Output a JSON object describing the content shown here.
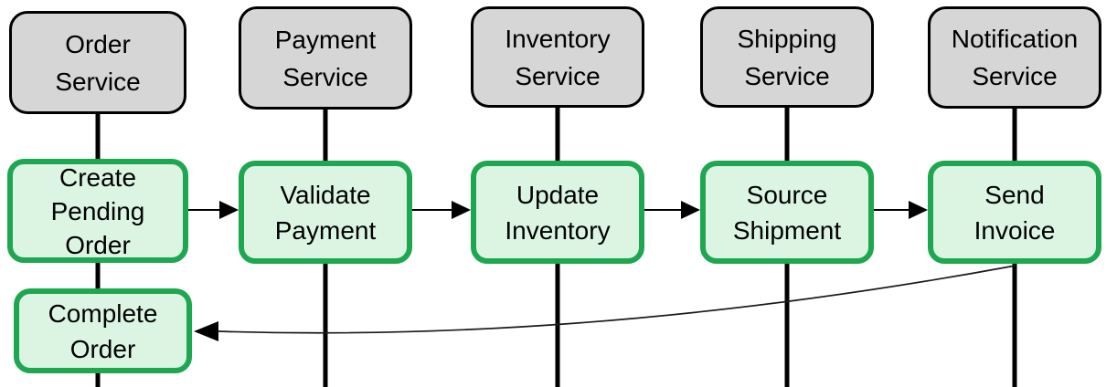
{
  "services": [
    {
      "line1": "Order",
      "line2": "Service"
    },
    {
      "line1": "Payment",
      "line2": "Service"
    },
    {
      "line1": "Inventory",
      "line2": "Service"
    },
    {
      "line1": "Shipping",
      "line2": "Service"
    },
    {
      "line1": "Notification",
      "line2": "Service"
    }
  ],
  "steps": [
    {
      "line1": "Create",
      "line2": "Pending",
      "line3": "Order"
    },
    {
      "line1": "Validate",
      "line2": "Payment"
    },
    {
      "line1": "Update",
      "line2": "Inventory"
    },
    {
      "line1": "Source",
      "line2": "Shipment"
    },
    {
      "line1": "Send",
      "line2": "Invoice"
    }
  ],
  "final_step": {
    "line1": "Complete",
    "line2": "Order"
  },
  "connections": [
    {
      "from": "Create Pending Order",
      "to": "Validate Payment",
      "style": "straight-arrow"
    },
    {
      "from": "Validate Payment",
      "to": "Update Inventory",
      "style": "straight-arrow"
    },
    {
      "from": "Update Inventory",
      "to": "Source Shipment",
      "style": "straight-arrow"
    },
    {
      "from": "Source Shipment",
      "to": "Send Invoice",
      "style": "straight-arrow"
    },
    {
      "from": "Send Invoice",
      "to": "Complete Order",
      "style": "curved-arrow"
    }
  ],
  "colors": {
    "background": "#ffffff",
    "service_fill": "#d6d6d6",
    "service_border": "#000000",
    "step_fill": "#dcf5e3",
    "step_border": "#1da750",
    "line": "#000000",
    "text": "#000000"
  }
}
